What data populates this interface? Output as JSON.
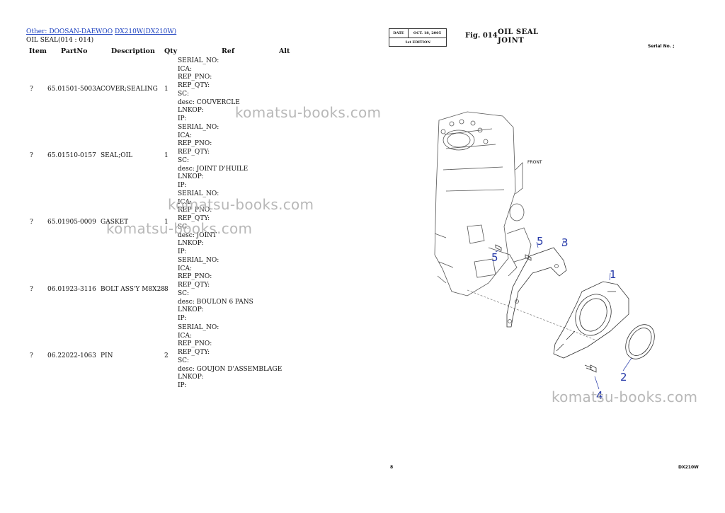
{
  "breadcrumb": {
    "category_link": "Other: DOOSAN-DAEWOO",
    "model_link": "DX210W(DX210W)"
  },
  "subtitle": "OIL SEAL(014 : 014)",
  "table": {
    "headers": [
      "Item",
      "PartNo",
      "Description",
      "Qty",
      "Ref",
      "Alt"
    ],
    "rows": [
      {
        "item": "?",
        "partno": "65.01501-5003A",
        "description": "COVER;SEALING",
        "qty": "1",
        "details": "SERIAL_NO:\nICA:\nREP_PNO:\nREP_QTY:\nSC:\ndesc: COUVERCLE\nLNKOP:\nIP:"
      },
      {
        "item": "?",
        "partno": "65.01510-0157",
        "description": "SEAL;OIL",
        "qty": "1",
        "details": "SERIAL_NO:\nICA:\nREP_PNO:\nREP_QTY:\nSC:\ndesc: JOINT D'HUILE\nLNKOP:\nIP:"
      },
      {
        "item": "?",
        "partno": "65.01905-0009",
        "description": "GASKET",
        "qty": "1",
        "details": "SERIAL_NO:\nICA:\nREP_PNO:\nREP_QTY:\nSC:\ndesc: JOINT\nLNKOP:\nIP:"
      },
      {
        "item": "?",
        "partno": "06.01923-3116",
        "description": "BOLT ASS'Y M8X28",
        "qty": "8",
        "details": "SERIAL_NO:\nICA:\nREP_PNO:\nREP_QTY:\nSC:\ndesc: BOULON 6 PANS\nLNKOP:\nIP:"
      },
      {
        "item": "?",
        "partno": "06.22022-1063",
        "description": "PIN",
        "qty": "2",
        "details": "SERIAL_NO:\nICA:\nREP_PNO:\nREP_QTY:\nSC:\ndesc: GOUJON D'ASSEMBLAGE\nLNKOP:\nIP:"
      }
    ]
  },
  "watermarks": [
    "komatsu-books.com",
    "komatsu-books.com",
    "komatsu-books.com",
    "komatsu-books.com"
  ],
  "figure": {
    "date_label": "DATE",
    "date_value": "OCT. 18, 2005",
    "edition": "1st EDITION",
    "fig_no": "Fig. 014",
    "title_line1": "OIL SEAL",
    "title_line2": "JOINT",
    "serial_no": "Serial No. ;",
    "front_label": "FRONT",
    "callouts": [
      "1",
      "2",
      "3",
      "4",
      "5",
      "5"
    ],
    "page_number": "8",
    "model_code": "DX210W"
  },
  "colors": {
    "link": "#1a3fbf",
    "callout": "#2438a8",
    "watermark": "#b8b8b8"
  }
}
